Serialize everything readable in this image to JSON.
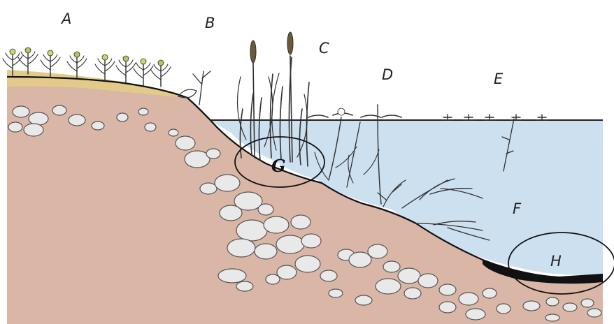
{
  "diagram": {
    "labels": {
      "a": "A",
      "b": "B",
      "c": "C",
      "d": "D",
      "e": "E",
      "f": "F",
      "g": "G",
      "h": "H"
    },
    "colors": {
      "water": "#cde0f0",
      "soil": "#d9b6a6",
      "topsoil": "#e3c98a",
      "stone_fill": "#e9e9e9",
      "stone_stroke": "#555555",
      "sediment": "#111111",
      "plant": "#2f2f2f",
      "flower": "#c9d96a"
    }
  }
}
